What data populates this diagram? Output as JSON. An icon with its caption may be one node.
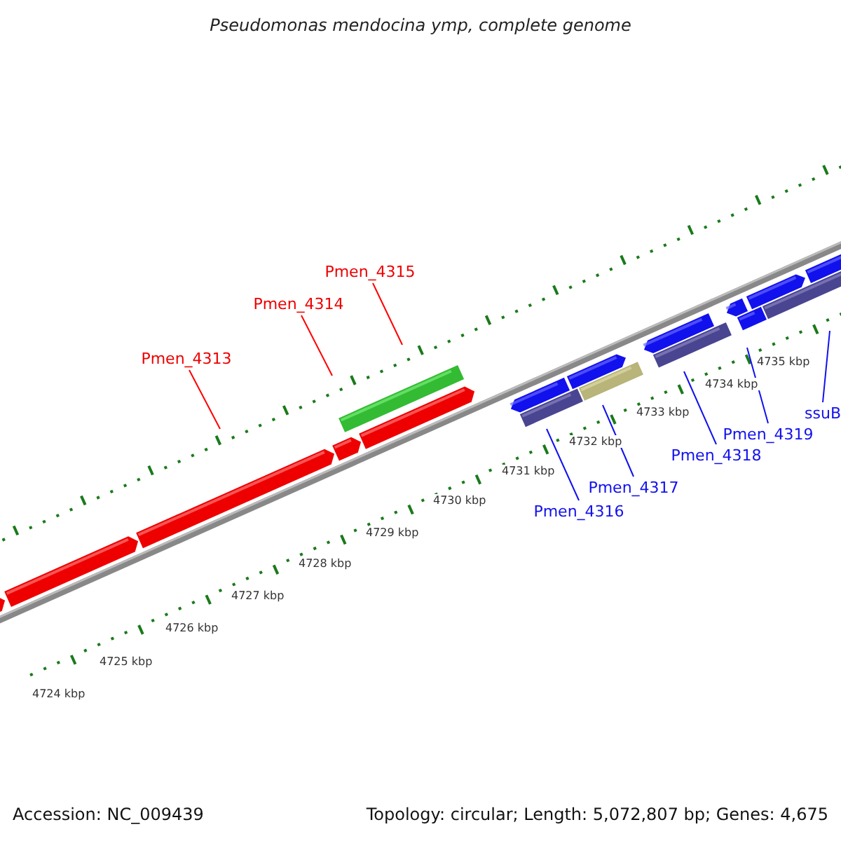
{
  "diagram": {
    "title": "Pseudomonas mendocina ymp, complete genome",
    "nodes": [
      {
        "text": [
          "Pmen_4313"
        ]
      },
      {
        "text": [
          "Pmen_4314"
        ]
      },
      {
        "text": [
          "Pmen_4315"
        ]
      },
      {
        "text": [
          "Pmen_4316"
        ]
      },
      {
        "text": [
          "Pmen_4317"
        ]
      },
      {
        "text": [
          "Pmen_4318"
        ]
      },
      {
        "text": [
          "Pmen_4319"
        ]
      },
      {
        "text": [
          "ssuB"
        ]
      }
    ],
    "edges": [
      {
        "from": 0,
        "to": null,
        "arrow": "none",
        "color": "#ff0000"
      },
      {
        "from": 1,
        "to": null,
        "arrow": "none",
        "color": "#ff0000"
      },
      {
        "from": 2,
        "to": null,
        "arrow": "none",
        "color": "#ff0000"
      },
      {
        "from": 3,
        "to": null,
        "arrow": "none"
      },
      {
        "from": 4,
        "to": null,
        "arrow": "none"
      },
      {
        "from": 5,
        "to": null,
        "arrow": "none"
      },
      {
        "from": 6,
        "to": null,
        "arrow": "none"
      },
      {
        "from": 7,
        "to": null,
        "arrow": "none"
      }
    ],
    "labels": [
      "4724 kbp",
      "4725 kbp",
      "4726 kbp",
      "4727 kbp",
      "4728 kbp",
      "4729 kbp",
      "4730 kbp",
      "4731 kbp",
      "4732 kbp",
      "4733 kbp",
      "4734 kbp",
      "4735 kbp",
      "Accession: NC_009439",
      "Topology: circular; Length: 5,072,807 bp; Genes: 4,675"
    ]
  }
}
